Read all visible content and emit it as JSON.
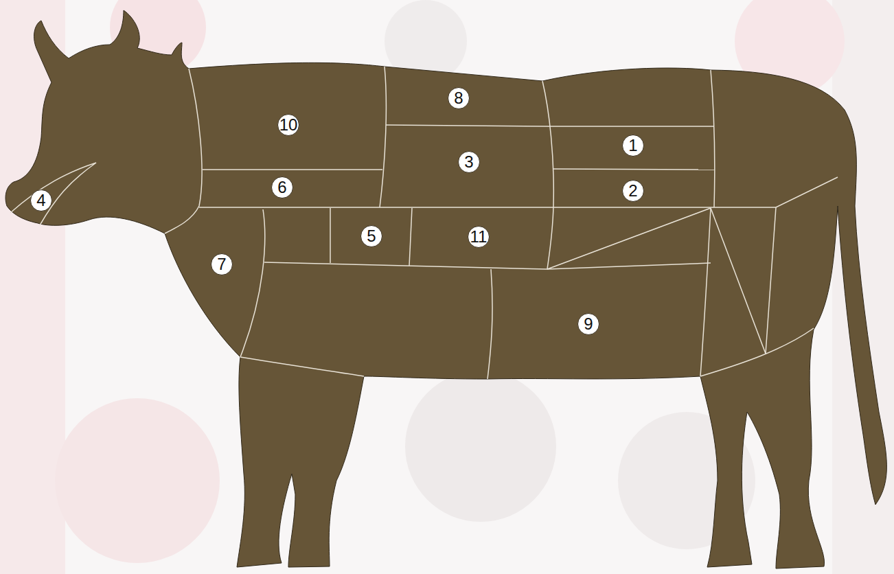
{
  "diagram": {
    "labels": [
      "8",
      "10",
      "1",
      "3",
      "6",
      "2",
      "4",
      "5",
      "11",
      "7",
      "9"
    ]
  }
}
